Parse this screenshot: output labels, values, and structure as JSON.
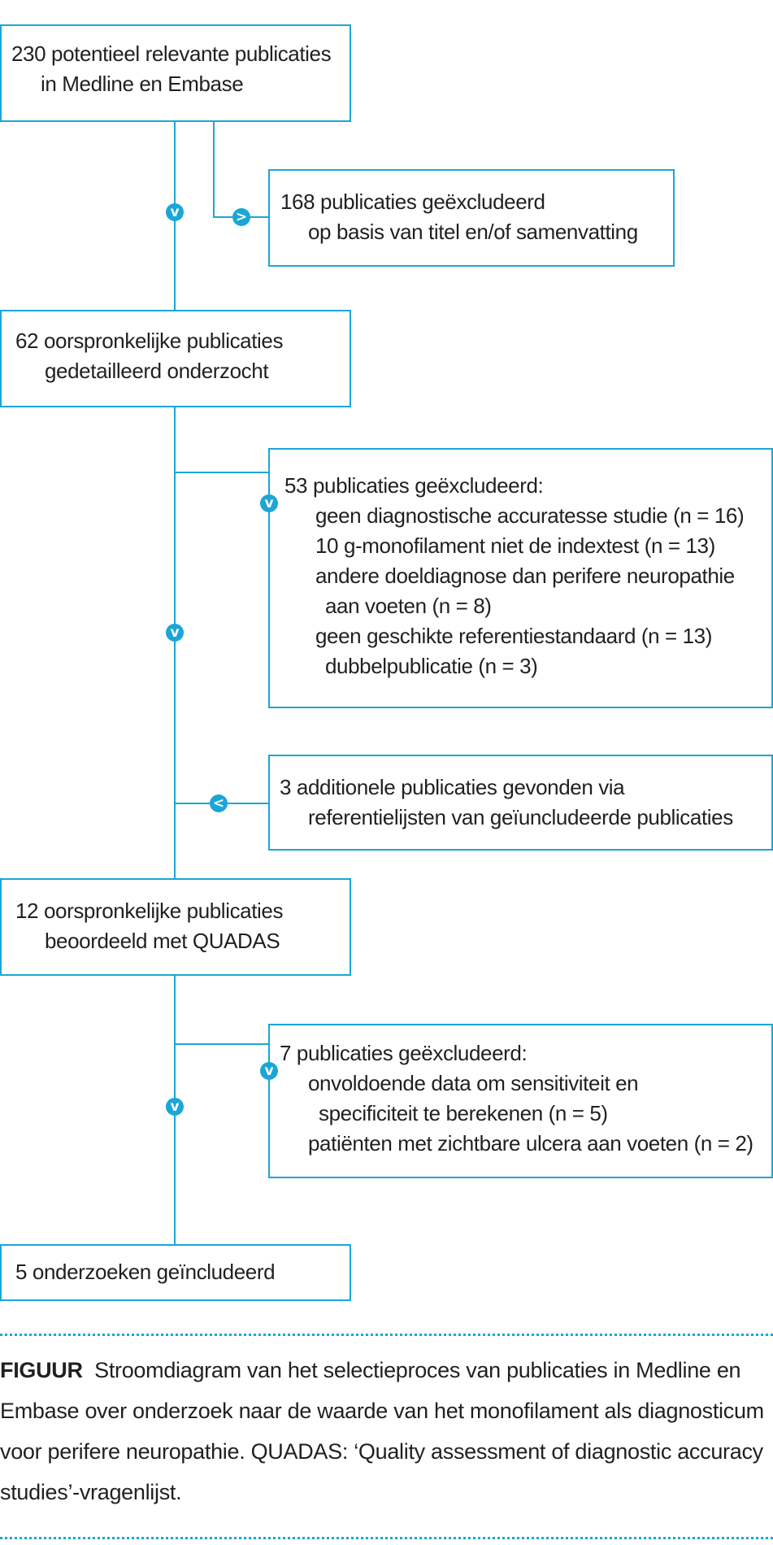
{
  "flow": {
    "b1": {
      "lines": [
        "230 potentieel relevante publicaties",
        "in Medline en Embase"
      ]
    },
    "x1": {
      "lines": [
        "168 publicaties geëxcludeerd",
        "op basis van titel en/of samenvatting"
      ]
    },
    "b2": {
      "lines": [
        "62 oorspronkelijke publicaties",
        "gedetailleerd onderzocht"
      ]
    },
    "x2": {
      "lines": [
        "53 publicaties geëxcludeerd:",
        "geen diagnostische accuratesse studie (n = 16)",
        "10 g-monofilament niet de indextest (n = 13)",
        "andere doeldiagnose dan perifere neuropathie",
        "aan voeten (n = 8)",
        "geen geschikte referentiestandaard (n = 13)",
        "dubbelpublicatie (n = 3)"
      ]
    },
    "a1": {
      "lines": [
        "3 additionele publicaties gevonden via",
        "referentielijsten van geïuncludeerde publicaties"
      ]
    },
    "b3": {
      "lines": [
        "12 oorspronkelijke publicaties",
        "beoordeeld met QUADAS"
      ]
    },
    "x3": {
      "lines": [
        "7 publicaties geëxcludeerd:",
        "onvoldoende data om sensitiviteit en",
        "specificiteit te berekenen (n = 5)",
        "patiënten met zichtbare ulcera aan voeten (n = 2)"
      ]
    },
    "b4": {
      "lines": [
        "5 onderzoeken geïncludeerd"
      ]
    }
  },
  "arrow_symbols": {
    "down": "v",
    "right": ">",
    "left": "<"
  },
  "caption": {
    "label": "FIGUUR",
    "lines": [
      "Stroomdiagram van het selectieproces van publicaties in Medline en",
      "Embase over onderzoek naar de waarde van het monofilament als diagnosticum",
      "voor perifere neuropathie. QUADAS: ‘Quality assessment of diagnostic accuracy",
      "studies’-vragenlijst."
    ]
  },
  "colors": {
    "accent": "#1aa6d6",
    "text": "#231f20"
  }
}
